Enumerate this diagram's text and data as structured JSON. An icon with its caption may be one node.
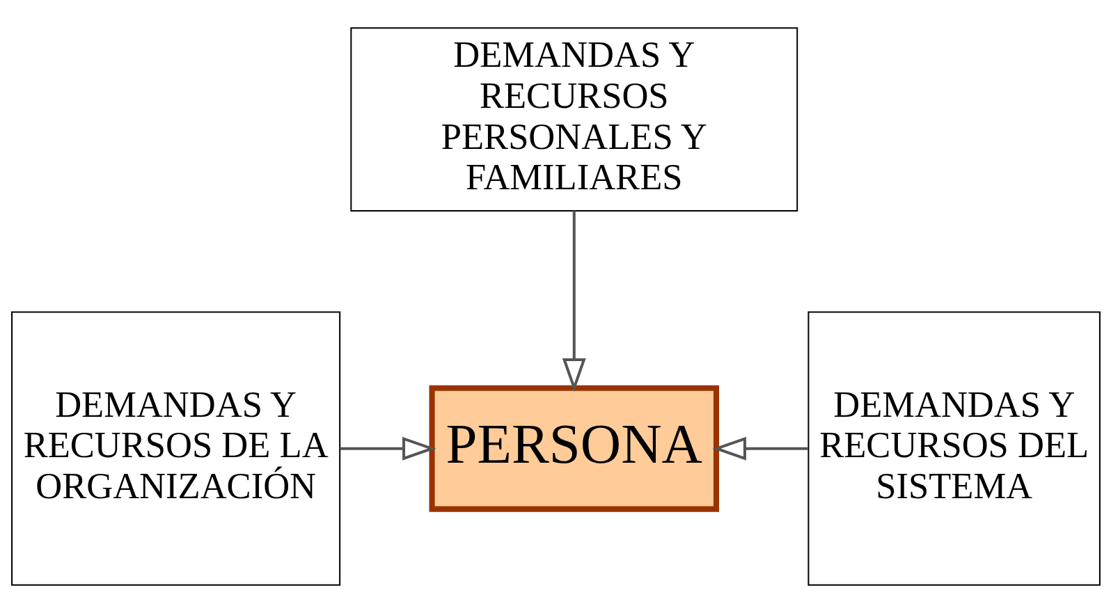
{
  "diagram": {
    "nodes": [
      {
        "text": [
          "DEMANDAS Y RECURSOS PERSONALES Y FAMILIARES"
        ]
      },
      {
        "text": [
          "DEMANDAS Y RECURSOS DE LA ORGANIZACIÓN"
        ]
      },
      {
        "text": [
          "PERSONA"
        ]
      },
      {
        "text": [
          "DEMANDAS Y RECURSOS DEL SISTEMA"
        ]
      }
    ],
    "edges": [
      {
        "from": 0,
        "to": 2,
        "arrow": "to"
      },
      {
        "from": 1,
        "to": 2,
        "arrow": "to"
      },
      {
        "from": 3,
        "to": 2,
        "arrow": "to"
      }
    ]
  }
}
